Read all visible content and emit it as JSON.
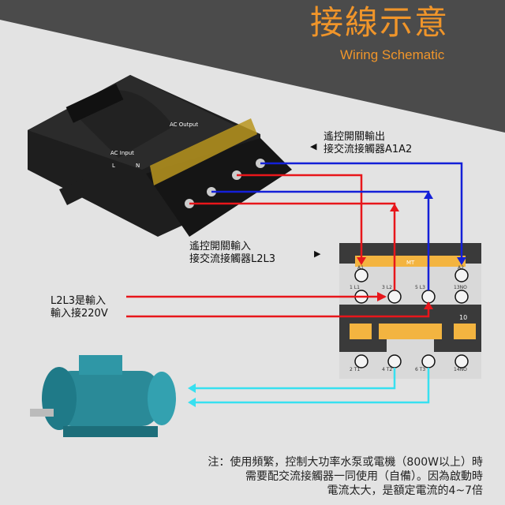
{
  "header": {
    "title": "接線示意",
    "subtitle": "Wiring Schematic"
  },
  "relay": {
    "input_label": "AC Input",
    "output_label": "AC Output",
    "l": "L",
    "n": "N"
  },
  "labels": {
    "output": [
      "遙控開關輸出",
      "接交流接觸器A1A2"
    ],
    "input": [
      "遙控開關輸入",
      "接交流接觸器L2L3"
    ],
    "l2l3": [
      "L2L3是輸入",
      "輸入接220V"
    ]
  },
  "contactor": {
    "brand": "MT",
    "top_terminals": [
      "A1",
      "A2"
    ],
    "mid_terminals": [
      "1 L1",
      "3 L2",
      "5 L3",
      "13NO"
    ],
    "bottom_terminals": [
      "2 T1",
      "4 T2",
      "6 T3",
      "14NO"
    ],
    "aux": "10"
  },
  "note": [
    "注：使用頻繁，控制大功率水泵或電機（800W以上）時",
    "需要配交流接觸器一同使用（自備）。因為啟動時",
    "電流太大，是額定電流的4~7倍"
  ],
  "colors": {
    "accent": "#f0952a",
    "red": "#e8161b",
    "blue": "#1420d8",
    "cyan": "#37e0f0"
  }
}
